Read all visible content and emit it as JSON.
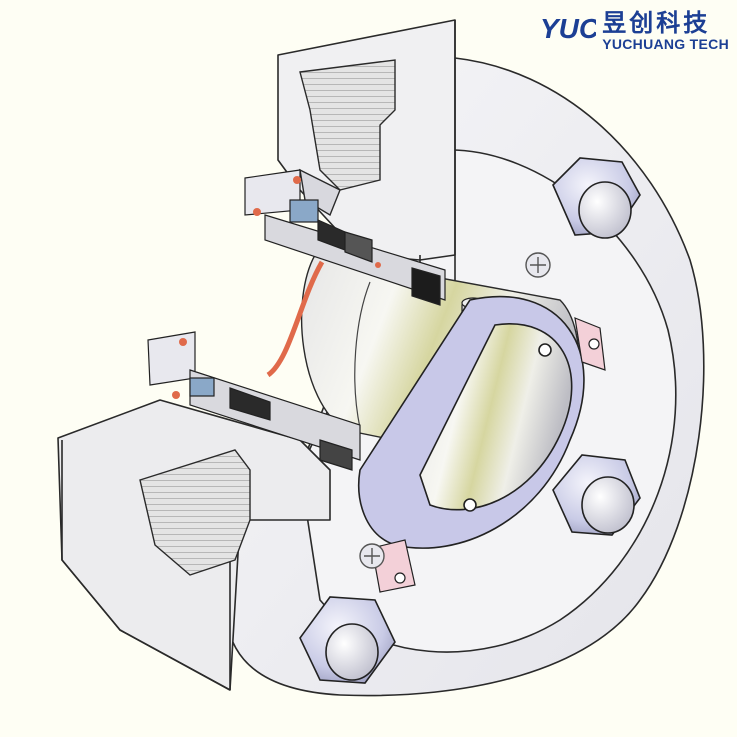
{
  "logo": {
    "mark": "YUC",
    "name_cn": "昱创科技",
    "name_en": "YUCHUANG TECH"
  },
  "colors": {
    "background": "#fefef4",
    "brand_blue": "#1c3f94",
    "housing_face": "#f2f2f4",
    "housing_shade": "#d9d9de",
    "sleeve_tint": "#c9c98a",
    "oring_red": "#e06a4a",
    "clamp_lavender": "#c8c8e8",
    "bracket_pink": "#f3d0d8",
    "nut_blue": "#c9cbe6"
  },
  "icons": [
    "company-logo",
    "hex-nut-icon",
    "screw-slot-icon"
  ]
}
